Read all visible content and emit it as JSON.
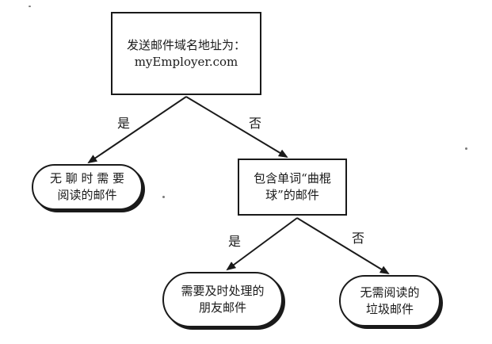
{
  "diagram": {
    "root": {
      "line1": "发送邮件域名地址为：",
      "line2": "myEmployer.com"
    },
    "left_branch_label": "是",
    "right_branch_label": "否",
    "leaf_left": {
      "line1": "无 聊 时 需 要",
      "line2": "阅读的邮件"
    },
    "mid_node": {
      "line1": "包含单词“曲棍",
      "line2": "球”的邮件"
    },
    "mid_left_label": "是",
    "mid_right_label": "否",
    "leaf_mid_left": {
      "line1": "需要及时处理的",
      "line2": "朋友邮件"
    },
    "leaf_right": {
      "line1": "无需阅读的",
      "line2": "垃圾邮件"
    }
  }
}
